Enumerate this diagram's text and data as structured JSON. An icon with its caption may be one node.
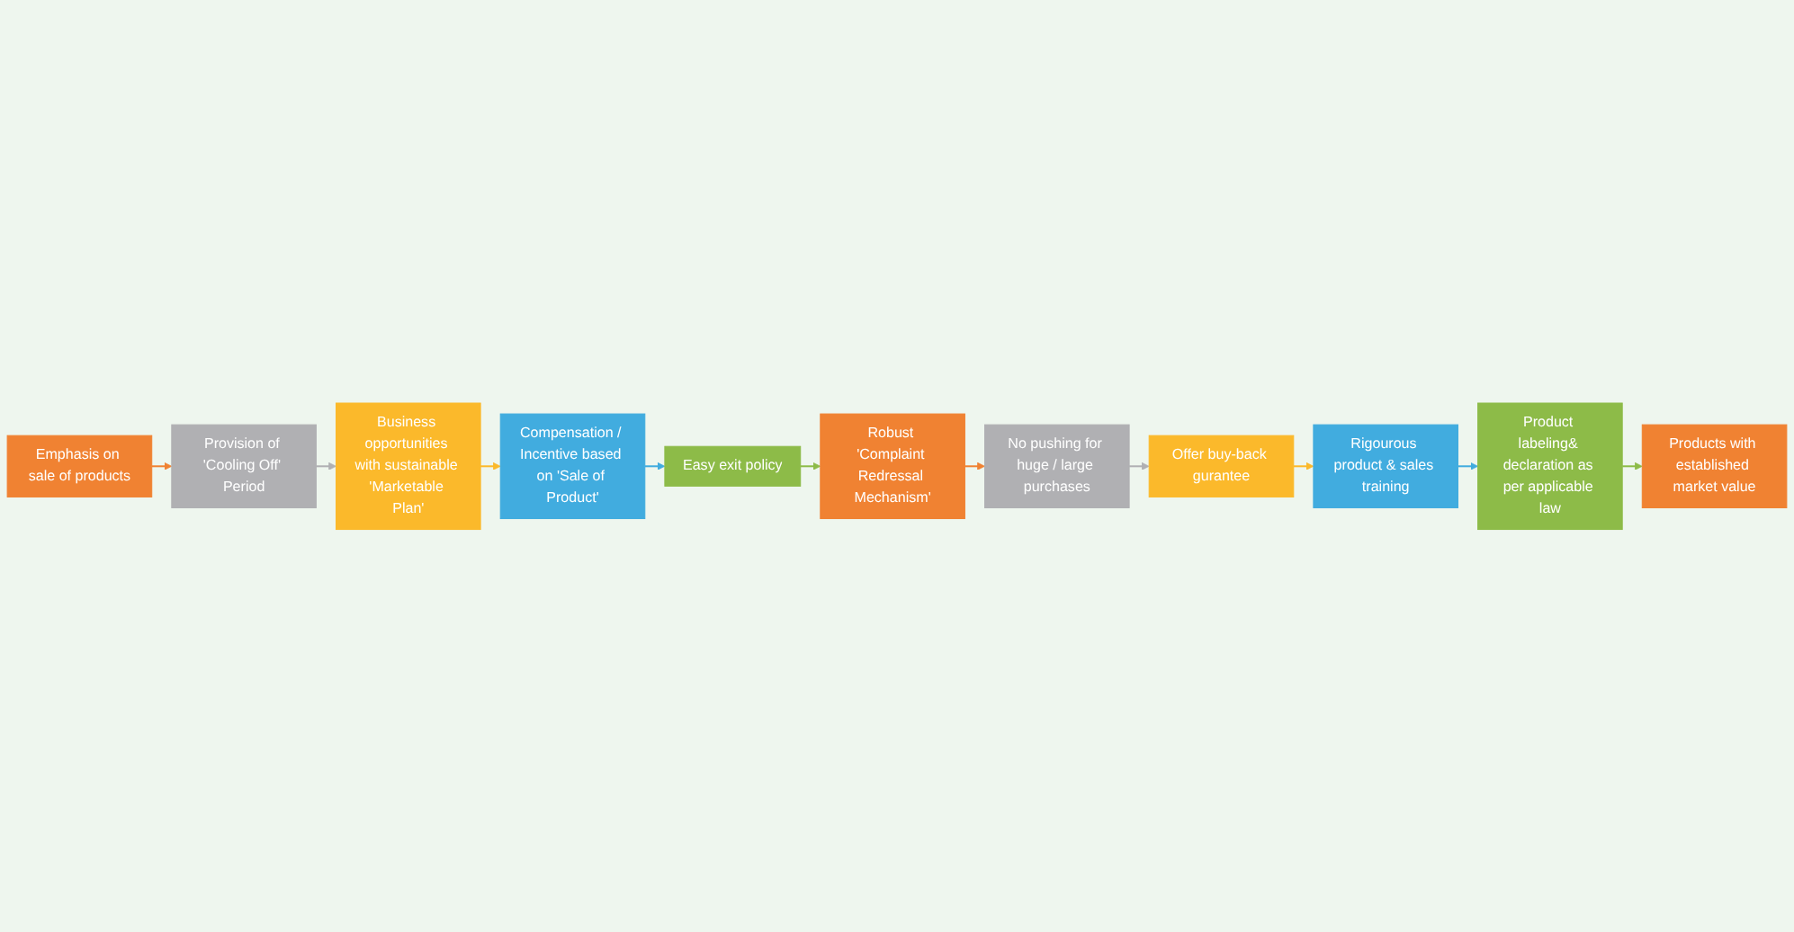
{
  "diagram": {
    "nodes": [
      {
        "text": [
          "Emphasis on sale of products"
        ]
      },
      {
        "text": [
          "Provision of 'Cooling Off' Period"
        ]
      },
      {
        "text": [
          "Business opportunities with sustainable 'Marketable Plan'"
        ]
      },
      {
        "text": [
          "Compensation / Incentive based on 'Sale of Product'"
        ]
      },
      {
        "text": [
          "Easy exit policy"
        ]
      },
      {
        "text": [
          "Robust 'Complaint Redressal Mechanism'"
        ]
      },
      {
        "text": [
          "No pushing for huge / large purchases"
        ]
      },
      {
        "text": [
          "Offer buy-back gurantee"
        ]
      },
      {
        "text": [
          "Rigourous product & sales training"
        ]
      },
      {
        "text": [
          "Product labeling& declaration as per applicable law"
        ]
      },
      {
        "text": [
          "Products with established market value"
        ]
      }
    ],
    "edges": [
      {
        "from": 0,
        "to": 1,
        "arrow": "to",
        "color": "#f08232"
      },
      {
        "from": 1,
        "to": 2,
        "arrow": "to",
        "color": "#b0b0b3"
      },
      {
        "from": 2,
        "to": 3,
        "arrow": "to",
        "color": "#fbb92b"
      },
      {
        "from": 3,
        "to": 4,
        "arrow": "to",
        "color": "#41acdf"
      },
      {
        "from": 4,
        "to": 5,
        "arrow": "to",
        "color": "#8dbb48"
      },
      {
        "from": 5,
        "to": 6,
        "arrow": "to",
        "color": "#f08232"
      },
      {
        "from": 6,
        "to": 7,
        "arrow": "to",
        "color": "#b0b0b3"
      },
      {
        "from": 7,
        "to": 8,
        "arrow": "to",
        "color": "#fbb92b"
      },
      {
        "from": 8,
        "to": 9,
        "arrow": "to",
        "color": "#41acdf"
      },
      {
        "from": 9,
        "to": 10,
        "arrow": "to",
        "color": "#8dbb48"
      }
    ]
  }
}
